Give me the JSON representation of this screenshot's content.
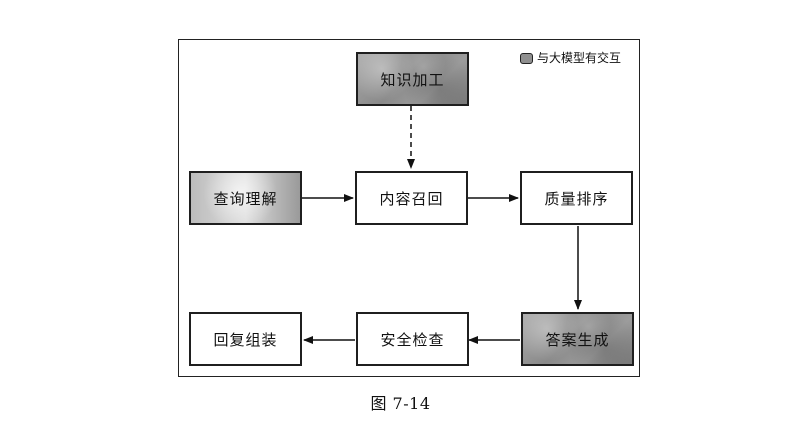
{
  "legend": {
    "label": "与大模型有交互",
    "swatch_color": "#8f8f8f"
  },
  "nodes": {
    "knowledge_processing": {
      "label": "知识加工",
      "llm_interaction": true
    },
    "query_understanding": {
      "label": "查询理解",
      "llm_interaction": true
    },
    "content_recall": {
      "label": "内容召回",
      "llm_interaction": false
    },
    "quality_ranking": {
      "label": "质量排序",
      "llm_interaction": false
    },
    "answer_generation": {
      "label": "答案生成",
      "llm_interaction": true
    },
    "safety_check": {
      "label": "安全检查",
      "llm_interaction": false
    },
    "reply_assembly": {
      "label": "回复组装",
      "llm_interaction": false
    }
  },
  "edges": [
    {
      "from": "知识加工",
      "to": "内容召回",
      "style": "dashed"
    },
    {
      "from": "查询理解",
      "to": "内容召回",
      "style": "solid"
    },
    {
      "from": "内容召回",
      "to": "质量排序",
      "style": "solid"
    },
    {
      "from": "质量排序",
      "to": "答案生成",
      "style": "solid"
    },
    {
      "from": "答案生成",
      "to": "安全检查",
      "style": "solid"
    },
    {
      "from": "安全检查",
      "to": "回复组装",
      "style": "solid"
    }
  ],
  "caption": "图 7-14"
}
